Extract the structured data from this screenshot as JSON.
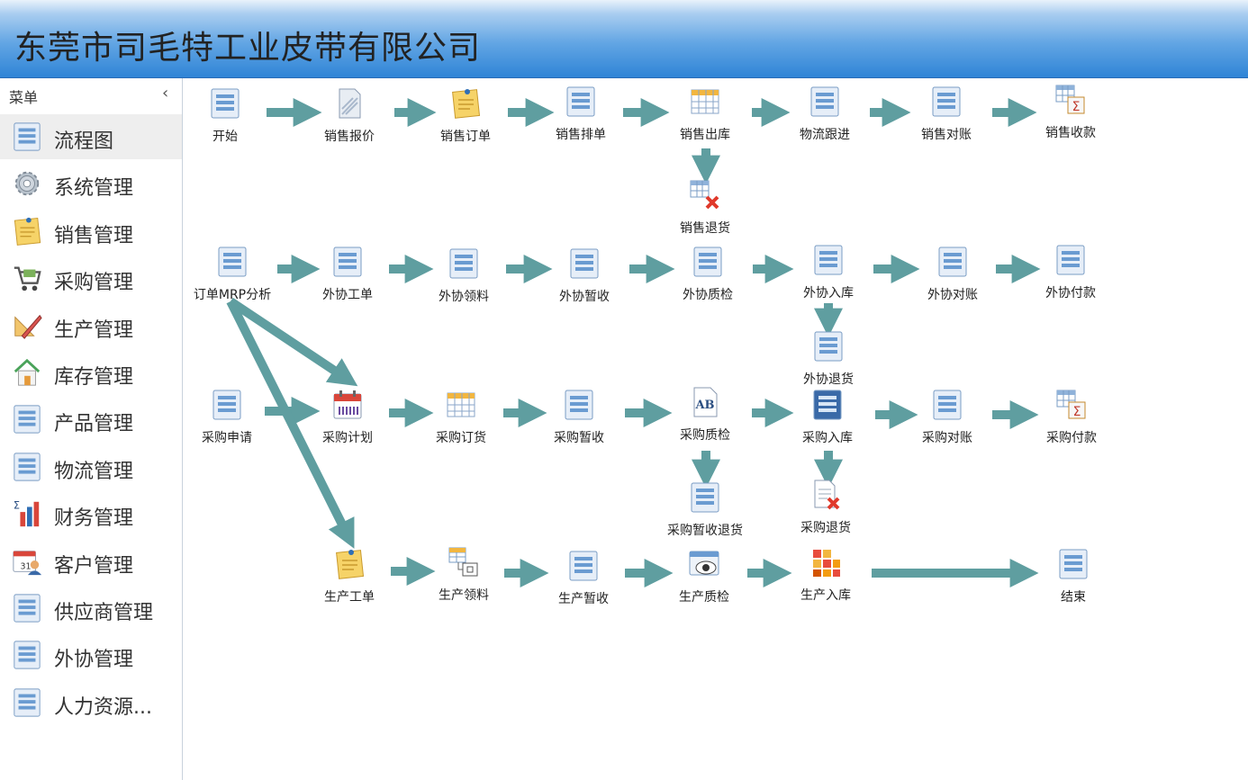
{
  "app": {
    "title": "东莞市司毛特工业皮带有限公司"
  },
  "sidebar": {
    "header": "菜单",
    "collapse_glyph": "‹",
    "items": [
      {
        "label": "流程图",
        "icon": "list-icon",
        "active": true
      },
      {
        "label": "系统管理",
        "icon": "gear-icon"
      },
      {
        "label": "销售管理",
        "icon": "note-icon"
      },
      {
        "label": "采购管理",
        "icon": "cart-icon"
      },
      {
        "label": "生产管理",
        "icon": "ruler-pencil-icon"
      },
      {
        "label": "库存管理",
        "icon": "house-icon"
      },
      {
        "label": "产品管理",
        "icon": "list-icon"
      },
      {
        "label": "物流管理",
        "icon": "list-icon"
      },
      {
        "label": "财务管理",
        "icon": "sigma-chart-icon"
      },
      {
        "label": "客户管理",
        "icon": "calendar-person-icon"
      },
      {
        "label": "供应商管理",
        "icon": "list-icon"
      },
      {
        "label": "外协管理",
        "icon": "list-icon"
      },
      {
        "label": "人力资源...",
        "icon": "list-icon"
      }
    ]
  },
  "flow": {
    "colors": {
      "arrow": "#5f9ea0",
      "icon_blue": "#4a7fb8"
    },
    "nodes": [
      {
        "id": "start",
        "label": "开始",
        "icon": "list-icon"
      },
      {
        "id": "sales-quote",
        "label": "销售报价",
        "icon": "document-icon"
      },
      {
        "id": "sales-order",
        "label": "销售订单",
        "icon": "note-icon"
      },
      {
        "id": "sales-schedule",
        "label": "销售排单",
        "icon": "list-icon"
      },
      {
        "id": "sales-outbound",
        "label": "销售出库",
        "icon": "grid-icon"
      },
      {
        "id": "logistics-track",
        "label": "物流跟进",
        "icon": "list-icon"
      },
      {
        "id": "sales-reconcile",
        "label": "销售对账",
        "icon": "list-icon"
      },
      {
        "id": "sales-receipt",
        "label": "销售收款",
        "icon": "table-sigma-icon"
      },
      {
        "id": "sales-return",
        "label": "销售退货",
        "icon": "table-delete-icon"
      },
      {
        "id": "mrp",
        "label": "订单MRP分析",
        "icon": "list-icon"
      },
      {
        "id": "out-order",
        "label": "外协工单",
        "icon": "list-icon"
      },
      {
        "id": "out-material",
        "label": "外协领料",
        "icon": "list-icon"
      },
      {
        "id": "out-temp",
        "label": "外协暂收",
        "icon": "list-icon"
      },
      {
        "id": "out-qc",
        "label": "外协质检",
        "icon": "list-icon"
      },
      {
        "id": "out-inbound",
        "label": "外协入库",
        "icon": "list-icon"
      },
      {
        "id": "out-reconcile",
        "label": "外协对账",
        "icon": "list-icon"
      },
      {
        "id": "out-payment",
        "label": "外协付款",
        "icon": "list-icon"
      },
      {
        "id": "out-return",
        "label": "外协退货",
        "icon": "list-icon"
      },
      {
        "id": "pur-request",
        "label": "采购申请",
        "icon": "list-icon"
      },
      {
        "id": "pur-plan",
        "label": "采购计划",
        "icon": "calendar-icon"
      },
      {
        "id": "pur-order",
        "label": "采购订货",
        "icon": "grid-icon"
      },
      {
        "id": "pur-temp",
        "label": "采购暂收",
        "icon": "list-icon"
      },
      {
        "id": "pur-qc",
        "label": "采购质检",
        "icon": "ab-document-icon"
      },
      {
        "id": "pur-inbound",
        "label": "采购入库",
        "icon": "list-dark-icon"
      },
      {
        "id": "pur-reconcile",
        "label": "采购对账",
        "icon": "list-icon"
      },
      {
        "id": "pur-payment",
        "label": "采购付款",
        "icon": "table-sigma-icon"
      },
      {
        "id": "pur-temp-return",
        "label": "采购暂收退货",
        "icon": "list-icon"
      },
      {
        "id": "pur-return",
        "label": "采购退货",
        "icon": "document-delete-icon"
      },
      {
        "id": "prod-order",
        "label": "生产工单",
        "icon": "note-icon"
      },
      {
        "id": "prod-material",
        "label": "生产领料",
        "icon": "tree-grid-icon"
      },
      {
        "id": "prod-temp",
        "label": "生产暂收",
        "icon": "list-icon"
      },
      {
        "id": "prod-qc",
        "label": "生产质检",
        "icon": "eye-window-icon"
      },
      {
        "id": "prod-inbound",
        "label": "生产入库",
        "icon": "color-grid-icon"
      },
      {
        "id": "end",
        "label": "结束",
        "icon": "list-icon"
      }
    ]
  }
}
